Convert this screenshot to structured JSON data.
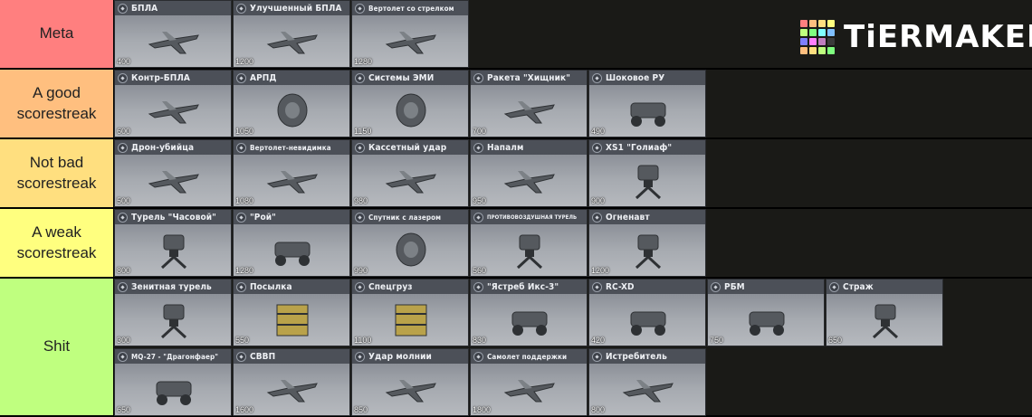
{
  "brand": {
    "logo_text": "TiERMAKER",
    "logo_colors": [
      "#ff7f7f",
      "#ffbf7f",
      "#ffdf7f",
      "#ffff7f",
      "#bfff7f",
      "#7fff7f",
      "#7fffff",
      "#7fbfff",
      "#7f7fff",
      "#ff7fff",
      "#bf7fbf",
      "#3b3b3b",
      "#ffbf7f",
      "#ffdf7f",
      "#bfff7f",
      "#7fff7f"
    ]
  },
  "tiers": [
    {
      "label": "Meta",
      "color": "#ff7f7f",
      "items": [
        {
          "name": "БПЛА",
          "cost": "400",
          "icon": "uav-icon"
        },
        {
          "name": "Улучшенный БПЛА",
          "cost": "1200",
          "icon": "advanced-uav-icon"
        },
        {
          "name": "Вертолет со стрелком",
          "cost": "1280",
          "icon": "gunner-helicopter-icon"
        }
      ]
    },
    {
      "label": "A good scorestreak",
      "color": "#ffbf7f",
      "items": [
        {
          "name": "Контр-БПЛА",
          "cost": "600",
          "icon": "counter-uav-icon"
        },
        {
          "name": "АРПД",
          "cost": "1050",
          "icon": "arpd-icon"
        },
        {
          "name": "Системы ЭМИ",
          "cost": "1150",
          "icon": "emp-icon"
        },
        {
          "name": "Ракета \"Хищник\"",
          "cost": "700",
          "icon": "predator-missile-icon"
        },
        {
          "name": "Шоковое РУ",
          "cost": "490",
          "icon": "shock-rc-icon"
        }
      ]
    },
    {
      "label": "Not bad scorestreak",
      "color": "#ffdf7f",
      "items": [
        {
          "name": "Дрон-убийца",
          "cost": "500",
          "icon": "hunter-killer-drone-icon"
        },
        {
          "name": "Вертолет-невидимка",
          "cost": "1080",
          "icon": "stealth-chopper-icon"
        },
        {
          "name": "Кассетный удар",
          "cost": "980",
          "icon": "cluster-strike-icon"
        },
        {
          "name": "Напалм",
          "cost": "950",
          "icon": "napalm-icon"
        },
        {
          "name": "XS1 \"Голиаф\"",
          "cost": "900",
          "icon": "goliath-icon"
        }
      ]
    },
    {
      "label": "A weak scorestreak",
      "color": "#ffff7f",
      "items": [
        {
          "name": "Турель \"Часовой\"",
          "cost": "800",
          "icon": "sentry-turret-icon"
        },
        {
          "name": "\"Рой\"",
          "cost": "1280",
          "icon": "swarm-icon"
        },
        {
          "name": "Спутник с лазером",
          "cost": "990",
          "icon": "orbital-laser-icon"
        },
        {
          "name": "ПРОТИВОВОЗДУШНАЯ ТУРЕЛЬ",
          "cost": "560",
          "icon": "sam-turret-icon"
        },
        {
          "name": "Огненавт",
          "cost": "1200",
          "icon": "pyronaut-icon"
        }
      ]
    },
    {
      "label": "Shit",
      "color": "#bfff7f",
      "items": [
        {
          "name": "Зенитная турель",
          "cost": "300",
          "icon": "aa-turret-icon"
        },
        {
          "name": "Посылка",
          "cost": "550",
          "icon": "care-package-icon"
        },
        {
          "name": "Спецгруз",
          "cost": "1100",
          "icon": "emergency-airdrop-icon"
        },
        {
          "name": "\"Ястреб Икс-3\"",
          "cost": "830",
          "icon": "hawk-x3-icon"
        },
        {
          "name": "RC-XD",
          "cost": "420",
          "icon": "rcxd-icon"
        },
        {
          "name": "РБМ",
          "cost": "750",
          "icon": "rbm-vehicle-icon"
        },
        {
          "name": "Страж",
          "cost": "650",
          "icon": "guardian-icon"
        },
        {
          "name": "MQ-27 - \"Драгонфаер\"",
          "cost": "650",
          "icon": "dragonfire-icon"
        },
        {
          "name": "СВВП",
          "cost": "1600",
          "icon": "vtol-icon"
        },
        {
          "name": "Удар молнии",
          "cost": "850",
          "icon": "lightning-strike-icon"
        },
        {
          "name": "Самолет поддержки",
          "cost": "1800",
          "icon": "support-aircraft-icon"
        },
        {
          "name": "Истребитель",
          "cost": "800",
          "icon": "fighter-jet-icon"
        }
      ]
    }
  ]
}
